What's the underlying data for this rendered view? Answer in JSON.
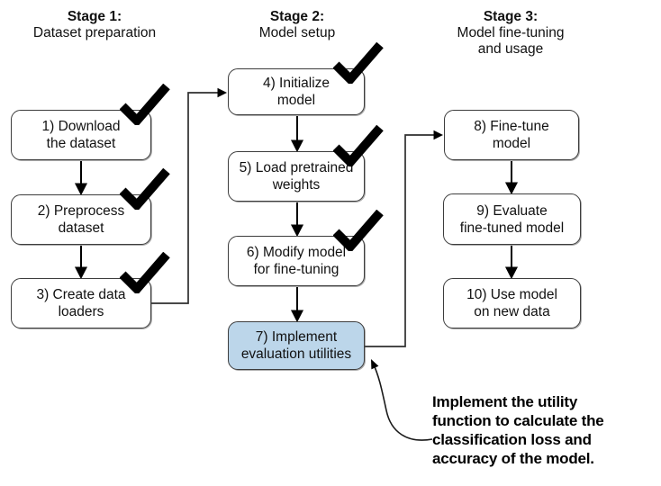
{
  "diagram": {
    "stages": [
      {
        "title": "Stage 1:",
        "subtitle": "Dataset preparation"
      },
      {
        "title": "Stage 2:",
        "subtitle": "Model setup"
      },
      {
        "title": "Stage 3:",
        "subtitle": "Model fine-tuning\nand usage"
      }
    ],
    "steps": [
      {
        "label": "1) Download\nthe dataset",
        "checked": true,
        "highlighted": false
      },
      {
        "label": "2) Preprocess\ndataset",
        "checked": true,
        "highlighted": false
      },
      {
        "label": "3) Create data\nloaders",
        "checked": true,
        "highlighted": false
      },
      {
        "label": "4) Initialize\nmodel",
        "checked": true,
        "highlighted": false
      },
      {
        "label": "5) Load pretrained\nweights",
        "checked": true,
        "highlighted": false
      },
      {
        "label": "6) Modify model\nfor fine-tuning",
        "checked": true,
        "highlighted": false
      },
      {
        "label": "7) Implement\nevaluation utilities",
        "checked": false,
        "highlighted": true
      },
      {
        "label": "8) Fine-tune\nmodel",
        "checked": false,
        "highlighted": false
      },
      {
        "label": "9) Evaluate\nfine-tuned model",
        "checked": false,
        "highlighted": false
      },
      {
        "label": "10) Use model\non new data",
        "checked": false,
        "highlighted": false
      }
    ],
    "annotation": "Implement the utility\nfunction to calculate the\nclassification loss and\naccuracy of the model.",
    "colors": {
      "highlight_fill": "#bcd6ea",
      "box_border": "#3d3d3d",
      "line": "#000000",
      "checkmark": "#000000"
    }
  }
}
